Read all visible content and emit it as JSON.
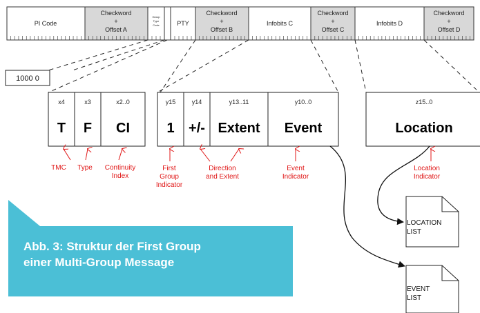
{
  "top_bar": {
    "segments": [
      {
        "lines": [
          "PI Code"
        ],
        "shaded": false
      },
      {
        "lines": [
          "Checkword",
          "+",
          "Offset A"
        ],
        "shaded": true
      },
      {
        "lines": [
          "Group",
          "Type",
          "Code"
        ],
        "shaded": false
      },
      {
        "lines": [],
        "shaded": false
      },
      {
        "lines": [
          "PTY"
        ],
        "shaded": false
      },
      {
        "lines": [
          "Checkword",
          "+",
          "Offset B"
        ],
        "shaded": true
      },
      {
        "lines": [
          "Infobits C"
        ],
        "shaded": false
      },
      {
        "lines": [
          "Checkword",
          "+",
          "Offset C"
        ],
        "shaded": true
      },
      {
        "lines": [
          "Infobits D"
        ],
        "shaded": false
      },
      {
        "lines": [
          "Checkword",
          "+",
          "Offset D"
        ],
        "shaded": true
      }
    ]
  },
  "code_box": "1000 0",
  "block_c": {
    "cells": [
      {
        "bits": "x4",
        "symbol": "T"
      },
      {
        "bits": "x3",
        "symbol": "F"
      },
      {
        "bits": "x2..0",
        "symbol": "CI"
      }
    ]
  },
  "block_y": {
    "cells": [
      {
        "bits": "y15",
        "symbol": "1"
      },
      {
        "bits": "y14",
        "symbol": "+/-"
      },
      {
        "bits": "y13..11",
        "symbol": "Extent"
      },
      {
        "bits": "y10..0",
        "symbol": "Event"
      }
    ]
  },
  "block_z": {
    "bits": "z15..0",
    "symbol": "Location"
  },
  "labels": {
    "tmc": "TMC",
    "type": "Type",
    "continuity": [
      "Continuity",
      "Index"
    ],
    "first_group": [
      "First",
      "Group",
      "Indicator"
    ],
    "direction_extent": [
      "Direction",
      "and Extent"
    ],
    "event_indicator": [
      "Event",
      "Indicator"
    ],
    "location_indicator": [
      "Location",
      "Indicator"
    ]
  },
  "documents": {
    "location_list": [
      "LOCATION",
      "LIST"
    ],
    "event_list": [
      "EVENT",
      "LIST"
    ]
  },
  "caption": {
    "line1": "Abb. 3: Struktur der First Group",
    "line2": "einer Multi-Group Message",
    "color": "#4bbfd6"
  },
  "colors": {
    "annotation": "#e01515",
    "shaded_segment": "#d8d8d8"
  }
}
